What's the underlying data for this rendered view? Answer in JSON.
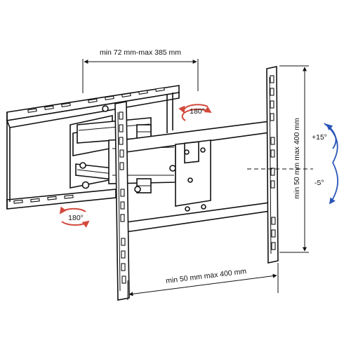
{
  "labels": {
    "top_width": "min 72 mm-max 385 mm",
    "bottom_width": "min 50 mm max 400 mm",
    "right_height": "min 50 mm max 400 mm",
    "swivel_upper": "180°",
    "swivel_lower": "180°",
    "tilt_up": "+15°",
    "tilt_down": "-5°"
  },
  "colors": {
    "line": "#111111",
    "swivel_arrow": "#d24a3c",
    "tilt_arrow": "#2a55b8",
    "background": "#ffffff"
  },
  "icons": {
    "swivel": "curved-rotation-arrow",
    "tilt": "curved-tilt-arrow"
  }
}
